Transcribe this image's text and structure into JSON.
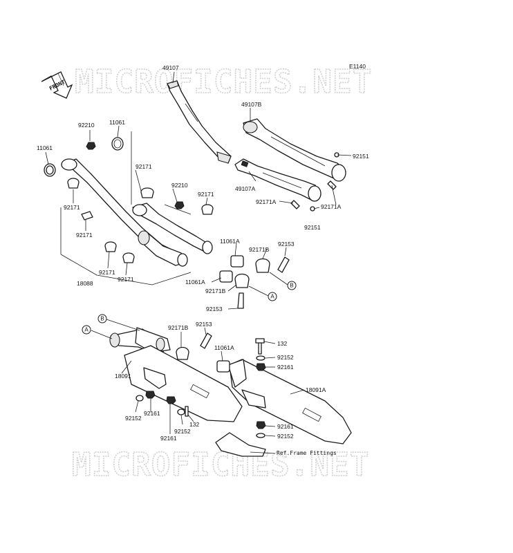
{
  "diagram": {
    "code": "E1140",
    "front_arrow": "FRONT",
    "watermark": "MICROFICHES.NET",
    "frame_note": "Ref.Frame Fittings",
    "labels": {
      "l49107": "49107",
      "l49107B": "49107B",
      "l49107A": "49107A",
      "l92151a": "92151",
      "l92151b": "92151",
      "l92171Aa": "92171A",
      "l92171Ab": "92171A",
      "l11061a": "11061",
      "l11061b": "11061",
      "l92210a": "92210",
      "l92210b": "92210",
      "l92171a": "92171",
      "l92171b": "92171",
      "l92171c": "92171",
      "l92171d": "92171",
      "l92171e": "92171",
      "l92171f": "92171",
      "l18088": "18088",
      "l11061Aa": "11061A",
      "l11061Ab": "11061A",
      "l11061Ac": "11061A",
      "l92171Ba": "92171B",
      "l92171Bb": "92171B",
      "l92171Bc": "92171B",
      "l92153a": "92153",
      "l92153b": "92153",
      "l92153c": "92153",
      "l18091": "18091",
      "l18091A": "18091A",
      "l132a": "132",
      "l132b": "132",
      "l92152a": "92152",
      "l92152b": "92152",
      "l92152c": "92152",
      "l92152d": "92152",
      "l92161a": "92161",
      "l92161b": "92161",
      "l92161c": "92161",
      "l92161d": "92161"
    },
    "markers": {
      "A1": "A",
      "B1": "B",
      "A2": "A",
      "B2": "B"
    }
  }
}
